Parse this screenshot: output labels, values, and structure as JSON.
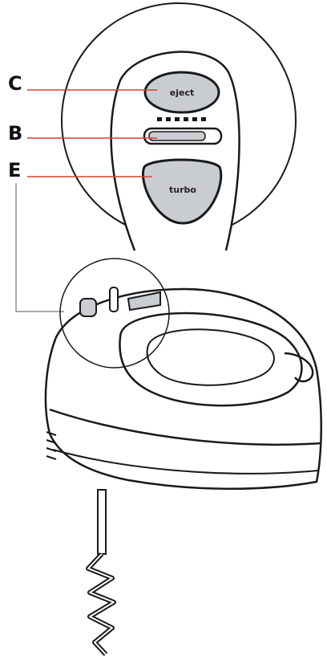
{
  "labels": {
    "c": "C",
    "b": "B",
    "e": "E"
  },
  "buttons": {
    "top": "eject",
    "bottom": "turbo"
  },
  "colors": {
    "leader": "#d9412e",
    "outline": "#1a1a1a",
    "button_fill": "#c9ccd0"
  }
}
